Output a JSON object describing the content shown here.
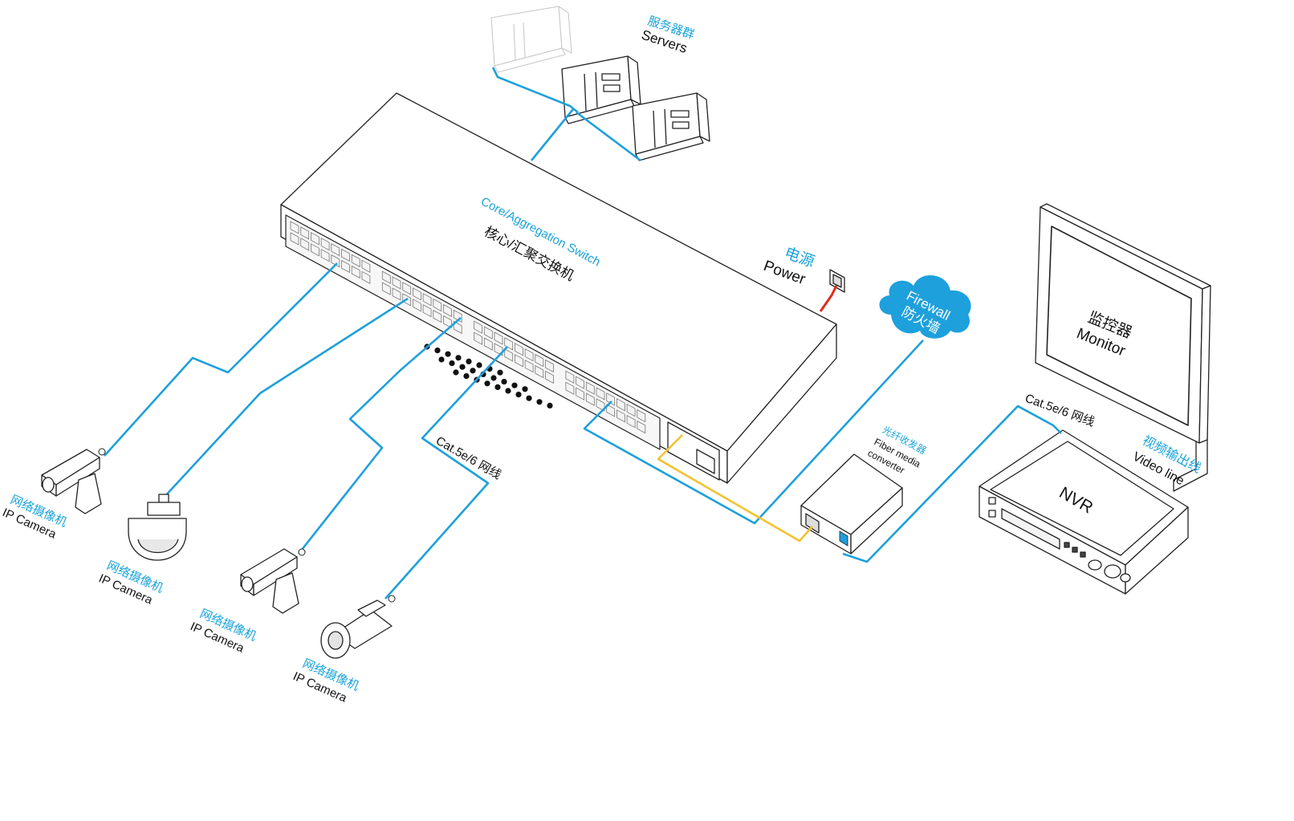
{
  "servers": {
    "label_cn": "服务器群",
    "label_en": "Servers"
  },
  "switch": {
    "label_en": "Core/Aggregation Switch",
    "label_cn": "核心/汇聚交换机"
  },
  "power": {
    "label_cn": "电源",
    "label_en": "Power"
  },
  "firewall": {
    "label_en": "Firewall",
    "label_cn": "防火墙"
  },
  "monitor": {
    "label_cn": "监控器",
    "label_en": "Monitor"
  },
  "nvr": {
    "label": "NVR"
  },
  "fiber_converter": {
    "label_cn": "光纤收发器",
    "label_en_1": "Fiber media",
    "label_en_2": "converter"
  },
  "cables": {
    "cat_left": "Cat.5e/6 网线",
    "cat_right": "Cat.5e/6 网线",
    "video_line_cn": "视频输出线",
    "video_line_en": "Video line"
  },
  "cameras": [
    {
      "label_cn": "网络摄像机",
      "label_en": "IP Camera"
    },
    {
      "label_cn": "网络摄像机",
      "label_en": "IP Camera"
    },
    {
      "label_cn": "网络摄像机",
      "label_en": "IP Camera"
    },
    {
      "label_cn": "网络摄像机",
      "label_en": "IP Camera"
    }
  ],
  "colors": {
    "cable": "#1ea0dc",
    "fiber": "#f2c230",
    "power_cord": "#e22b1d",
    "label_blue": "#1aa3d9",
    "cloud": "#1ea0dc"
  },
  "icons": [
    "server-icon",
    "switch-icon",
    "firewall-cloud-icon",
    "monitor-icon",
    "nvr-icon",
    "fiber-converter-icon",
    "bullet-camera-icon",
    "dome-camera-icon",
    "power-socket-icon"
  ]
}
